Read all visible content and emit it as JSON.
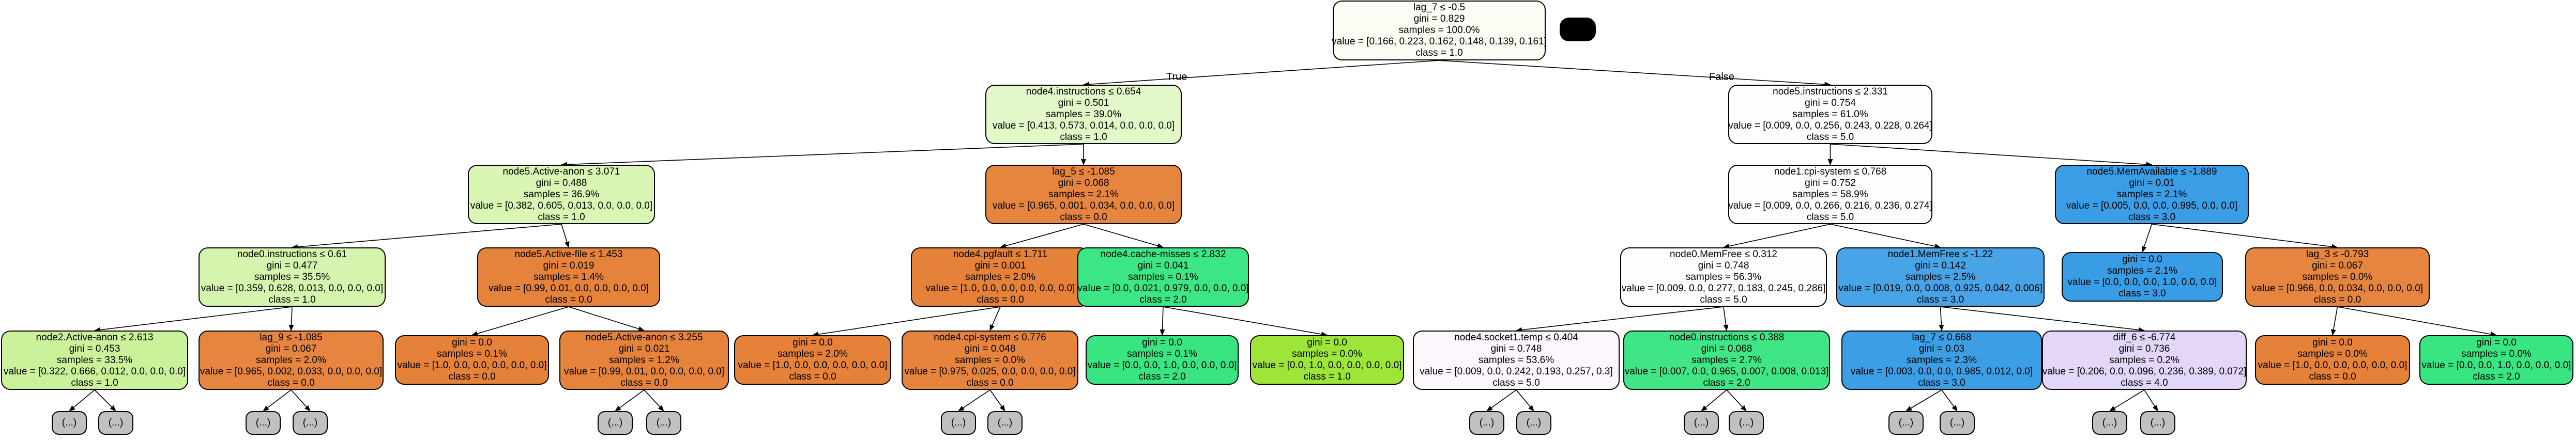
{
  "root": {
    "lines": [
      "lag_7 ≤ -0.5",
      "gini = 0.829",
      "samples = 100.0%",
      "value = [0.166, 0.223, 0.162, 0.148, 0.139, 0.161]",
      "class = 1.0"
    ],
    "fill": "#fafdf3"
  },
  "edge_labels": {
    "true_label": "True",
    "false_label": "False"
  },
  "stub_label": "(...)",
  "nodes": {
    "n_l1": {
      "lines": [
        "node4.instructions ≤ 0.654",
        "gini = 0.501",
        "samples = 39.0%",
        "value = [0.413, 0.573, 0.014, 0.0, 0.0, 0.0]",
        "class = 1.0"
      ],
      "fill": "#e2f8c9"
    },
    "n_r1": {
      "lines": [
        "node5.instructions ≤ 2.331",
        "gini = 0.754",
        "samples = 61.0%",
        "value = [0.009, 0.0, 0.256, 0.243, 0.228, 0.264]",
        "class = 5.0"
      ],
      "fill": "#fffdfe"
    },
    "n_ll2": {
      "lines": [
        "node5.Active-anon ≤ 3.071",
        "gini = 0.488",
        "samples = 36.9%",
        "value = [0.382, 0.605, 0.013, 0.0, 0.0, 0.0]",
        "class = 1.0"
      ],
      "fill": "#d9f6b5"
    },
    "n_lr2": {
      "lines": [
        "lag_5 ≤ -1.085",
        "gini = 0.068",
        "samples = 2.1%",
        "value = [0.965, 0.001, 0.034, 0.0, 0.0, 0.0]",
        "class = 0.0"
      ],
      "fill": "#e68540"
    },
    "n_rl2": {
      "lines": [
        "node1.cpi-system ≤ 0.768",
        "gini = 0.752",
        "samples = 58.9%",
        "value = [0.009, 0.0, 0.266, 0.216, 0.236, 0.274]",
        "class = 5.0"
      ],
      "fill": "#fffcfe"
    },
    "n_rr2": {
      "lines": [
        "node5.MemAvailable ≤ -1.889",
        "gini = 0.01",
        "samples = 2.1%",
        "value = [0.005, 0.0, 0.0, 0.995, 0.0, 0.0]",
        "class = 3.0"
      ],
      "fill": "#3a9de5"
    },
    "n3_1": {
      "lines": [
        "node0.instructions ≤ 0.61",
        "gini = 0.477",
        "samples = 35.5%",
        "value = [0.359, 0.628, 0.013, 0.0, 0.0, 0.0]",
        "class = 1.0"
      ],
      "fill": "#d5f4ae"
    },
    "n3_2": {
      "lines": [
        "node5.Active-file ≤ 1.453",
        "gini = 0.019",
        "samples = 1.4%",
        "value = [0.99, 0.01, 0.0, 0.0, 0.0, 0.0]",
        "class = 0.0"
      ],
      "fill": "#e5823b"
    },
    "n3_3": {
      "lines": [
        "node4.pgfault ≤ 1.711",
        "gini = 0.001",
        "samples = 2.0%",
        "value = [1.0, 0.0, 0.0, 0.0, 0.0, 0.0]",
        "class = 0.0"
      ],
      "fill": "#e58139"
    },
    "n3_4": {
      "lines": [
        "node4.cache-misses ≤ 2.832",
        "gini = 0.041",
        "samples = 0.1%",
        "value = [0.0, 0.021, 0.979, 0.0, 0.0, 0.0]",
        "class = 2.0"
      ],
      "fill": "#3de684"
    },
    "n3_5": {
      "lines": [
        "node0.MemFree ≤ 0.312",
        "gini = 0.748",
        "samples = 56.3%",
        "value = [0.009, 0.0, 0.277, 0.183, 0.245, 0.286]",
        "class = 5.0"
      ],
      "fill": "#fffefe"
    },
    "n3_6": {
      "lines": [
        "node1.MemFree ≤ -1.22",
        "gini = 0.142",
        "samples = 2.5%",
        "value = [0.019, 0.0, 0.008, 0.925, 0.042, 0.006]",
        "class = 3.0"
      ],
      "fill": "#48a4e7"
    },
    "n3_7": {
      "lines": [
        "gini = 0.0",
        "samples = 2.1%",
        "value = [0.0, 0.0, 0.0, 1.0, 0.0, 0.0]",
        "class = 3.0"
      ],
      "fill": "#399de5"
    },
    "n3_8": {
      "lines": [
        "lag_3 ≤ -0.793",
        "gini = 0.067",
        "samples = 0.0%",
        "value = [0.966, 0.0, 0.034, 0.0, 0.0, 0.0]",
        "class = 0.0"
      ],
      "fill": "#e6853f"
    },
    "n4_1": {
      "lines": [
        "node2.Active-anon ≤ 2.613",
        "gini = 0.453",
        "samples = 33.5%",
        "value = [0.322, 0.666, 0.012, 0.0, 0.0, 0.0]",
        "class = 1.0"
      ],
      "fill": "#cbf29a"
    },
    "n4_2": {
      "lines": [
        "lag_9 ≤ -1.085",
        "gini = 0.067",
        "samples = 2.0%",
        "value = [0.965, 0.002, 0.033, 0.0, 0.0, 0.0]",
        "class = 0.0"
      ],
      "fill": "#e6853f"
    },
    "n4_3": {
      "lines": [
        "gini = 0.0",
        "samples = 0.1%",
        "value = [1.0, 0.0, 0.0, 0.0, 0.0, 0.0]",
        "class = 0.0"
      ],
      "fill": "#e58139"
    },
    "n4_4": {
      "lines": [
        "node5.Active-anon ≤ 3.255",
        "gini = 0.021",
        "samples = 1.2%",
        "value = [0.99, 0.01, 0.0, 0.0, 0.0, 0.0]",
        "class = 0.0"
      ],
      "fill": "#e5823b"
    },
    "n4_5": {
      "lines": [
        "gini = 0.0",
        "samples = 2.0%",
        "value = [1.0, 0.0, 0.0, 0.0, 0.0, 0.0]",
        "class = 0.0"
      ],
      "fill": "#e58139"
    },
    "n4_6": {
      "lines": [
        "node4.cpi-system ≤ 0.776",
        "gini = 0.048",
        "samples = 0.0%",
        "value = [0.975, 0.025, 0.0, 0.0, 0.0, 0.0]",
        "class = 0.0"
      ],
      "fill": "#e6843e"
    },
    "n4_7": {
      "lines": [
        "gini = 0.0",
        "samples = 0.1%",
        "value = [0.0, 0.0, 1.0, 0.0, 0.0, 0.0]",
        "class = 2.0"
      ],
      "fill": "#39e581"
    },
    "n4_8": {
      "lines": [
        "gini = 0.0",
        "samples = 0.0%",
        "value = [0.0, 1.0, 0.0, 0.0, 0.0, 0.0]",
        "class = 1.0"
      ],
      "fill": "#9de539"
    },
    "n4_9": {
      "lines": [
        "node4.socket1.temp ≤ 0.404",
        "gini = 0.748",
        "samples = 53.6%",
        "value = [0.009, 0.0, 0.242, 0.193, 0.257, 0.3]",
        "class = 5.0"
      ],
      "fill": "#fdf7fd"
    },
    "n4_10": {
      "lines": [
        "node0.instructions ≤ 0.388",
        "gini = 0.068",
        "samples = 2.7%",
        "value = [0.007, 0.0, 0.965, 0.007, 0.008, 0.013]",
        "class = 2.0"
      ],
      "fill": "#40e686"
    },
    "n4_11": {
      "lines": [
        "lag_7 ≤ 0.668",
        "gini = 0.03",
        "samples = 2.3%",
        "value = [0.003, 0.0, 0.0, 0.985, 0.012, 0.0]",
        "class = 3.0"
      ],
      "fill": "#3c9fe5"
    },
    "n4_12": {
      "lines": [
        "diff_6 ≤ -6.774",
        "gini = 0.736",
        "samples = 0.2%",
        "value = [0.206, 0.0, 0.096, 0.236, 0.389, 0.072]",
        "class = 4.0"
      ],
      "fill": "#e4d6f9"
    },
    "n4_13": {
      "lines": [
        "gini = 0.0",
        "samples = 0.0%",
        "value = [1.0, 0.0, 0.0, 0.0, 0.0, 0.0]",
        "class = 0.0"
      ],
      "fill": "#e58139"
    },
    "n4_14": {
      "lines": [
        "gini = 0.0",
        "samples = 0.0%",
        "value = [0.0, 0.0, 1.0, 0.0, 0.0, 0.0]",
        "class = 2.0"
      ],
      "fill": "#39e581"
    }
  }
}
